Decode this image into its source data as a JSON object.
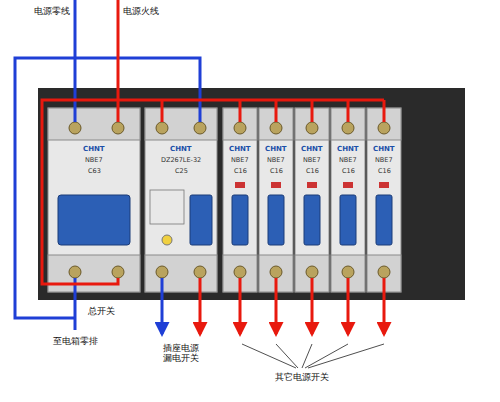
{
  "diagram": {
    "labels": [
      "电源零线",
      "电源火线",
      "总开关",
      "至电箱零排",
      "插座电源 漏电开关",
      "其它电源开关",
      "CHNT",
      "NBE7",
      "C63",
      "CHNT",
      "DZ267LE-32",
      "C25",
      "CHNT",
      "NBE7",
      "C16",
      "CHNT",
      "NBE7",
      "C16",
      "CHNT",
      "NBE7",
      "C16",
      "CHNT",
      "NBE7",
      "C16",
      "CHNT",
      "NBE7",
      "C16"
    ]
  }
}
